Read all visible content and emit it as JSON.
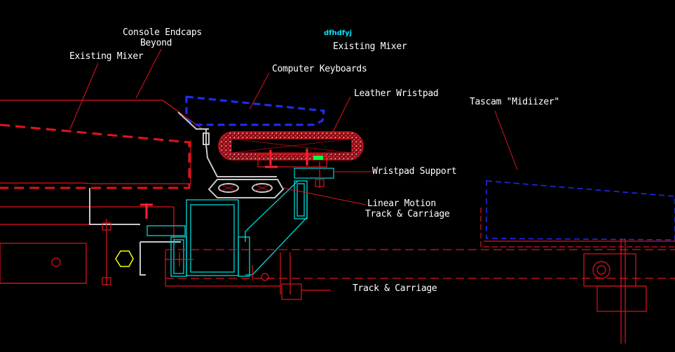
{
  "annotations": {
    "console_endcaps_line1": "Console Endcaps",
    "console_endcaps_line2": "Beyond",
    "stray_text": "dfhdfyj",
    "existing_mixer_top": "Existing Mixer",
    "existing_mixer_left": "Existing Mixer",
    "computer_keyboards": "Computer Keyboards",
    "leather_wristpad": "Leather Wristpad",
    "tascam_midiizer": "Tascam \"Midiizer\"",
    "wristpad_support": "Wristpad Support",
    "linear_motion_line1": "Linear Motion",
    "linear_motion_line2": "Track & Carriage",
    "track_carriage": "Track & Carriage"
  },
  "colors": {
    "background": "#000000",
    "linework": "#e0141e",
    "keyboard": "#1e2eff",
    "steel": "#c8c8c8",
    "cyan_parts": "#00d8d8",
    "hatch_red": "#b0101a",
    "yellow_bolt": "#ffff00",
    "green_shim": "#00ff44"
  }
}
